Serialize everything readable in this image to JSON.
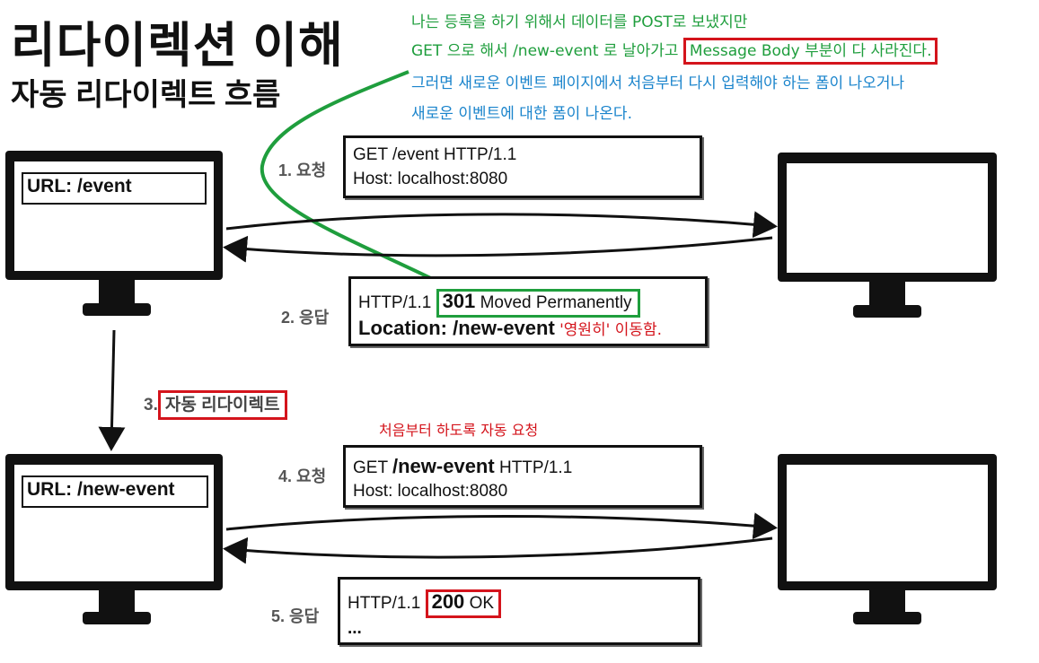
{
  "title": "리다이렉션 이해",
  "subtitle": "자동 리다이렉트 흐름",
  "notes": {
    "line1": "나는 등록을 하기 위해서 데이터를 POST로 보냈지만",
    "line2_prefix": "GET 으로 해서 /new-event 로 날아가고 ",
    "line2_highlight": "Message Body 부분이 다 사라진다.",
    "line3": "그러면 새로운 이벤트 페이지에서 처음부터 다시 입력해야 하는 폼이 나오거나",
    "line4": "새로운 이벤트에 대한 폼이 나온다."
  },
  "flow_top": {
    "client_url": "URL: /event",
    "step1": {
      "label": "1. 요청",
      "line1": "GET /event HTTP/1.1",
      "line2": "Host: localhost:8080"
    },
    "step2": {
      "label": "2. 응답",
      "line1_prefix": "HTTP/1.1 ",
      "line1_code": "301",
      "line1_status": " Moved Permanently",
      "line2": "Location: /new-event",
      "annotation": "'영원히' 이동함."
    }
  },
  "step3": {
    "label_prefix": "3.",
    "label_highlight": "자동 리다이렉트"
  },
  "restart_note": "처음부터 하도록 자동 요청",
  "flow_bottom": {
    "client_url": "URL: /new-event",
    "step4": {
      "label": "4. 요청",
      "line1_prefix": "GET ",
      "line1_path": "/new-event",
      "line1_suffix": " HTTP/1.1",
      "line2": "Host: localhost:8080"
    },
    "step5": {
      "label": "5. 응답",
      "line1_prefix": "HTTP/1.1 ",
      "line1_code": "200",
      "line1_status": " OK",
      "line2": "..."
    }
  },
  "colors": {
    "green": "#1f9e3d",
    "blue": "#1a84cc",
    "red": "#d4141c"
  }
}
